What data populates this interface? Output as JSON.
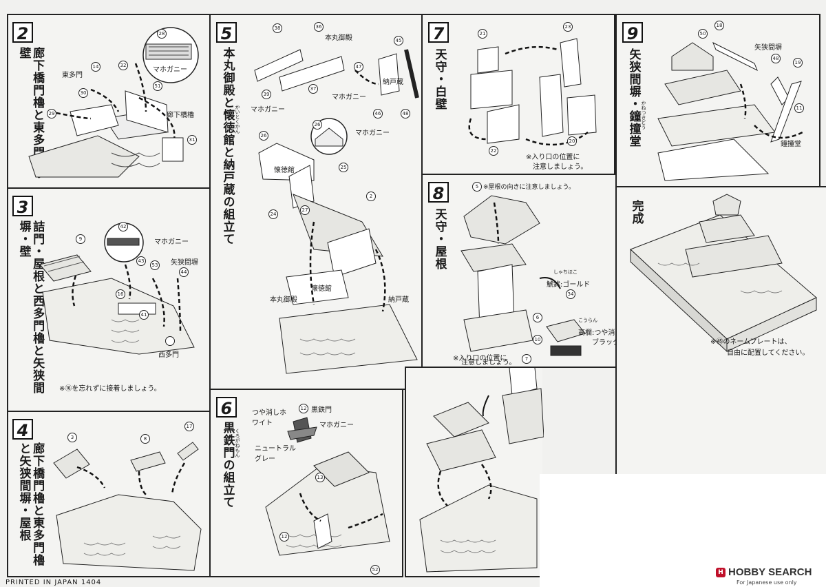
{
  "steps": [
    {
      "num": "2",
      "title": "廊下橋門櫓と東多門櫓・壁",
      "labels": [
        "マホガニー",
        "東多門",
        "廊下橋櫓"
      ],
      "parts": [
        "28",
        "14",
        "32",
        "30",
        "51",
        "29",
        "31"
      ]
    },
    {
      "num": "3",
      "title": "詰門・屋根と西多門櫓と矢狭間塀・壁",
      "labels": [
        "マホガニー",
        "矢狭間塀",
        "西多門"
      ],
      "parts": [
        "9",
        "42",
        "43",
        "53",
        "44",
        "16",
        "41"
      ],
      "note": "※⑯を忘れずに接着しましょう。"
    },
    {
      "num": "4",
      "title": "廊下橋門櫓と東多門櫓と矢狭間塀・屋根",
      "parts": [
        "3",
        "8",
        "17"
      ]
    },
    {
      "num": "5",
      "title": "本丸御殿と懐徳館と納戸蔵の組立て",
      "labels": [
        "本丸御殿",
        "納戸蔵",
        "マホガニー",
        "マホガニー",
        "マホガニー",
        "懐徳館",
        "懐徳館",
        "本丸御殿",
        "納戸蔵"
      ],
      "parts": [
        "38",
        "36",
        "45",
        "47",
        "39",
        "37",
        "46",
        "48",
        "26",
        "26",
        "25",
        "24",
        "27",
        "2"
      ],
      "ruby": "かいとくかん"
    },
    {
      "num": "6",
      "title": "黒鉄門の組立て",
      "labels": [
        "つや消しホワイト",
        "黒鉄門",
        "マホガニー",
        "ニュートラルグレー"
      ],
      "parts": [
        "12",
        "13",
        "12",
        "52"
      ],
      "ruby": "くろがねもん"
    },
    {
      "num": "7",
      "title": "天守・白壁",
      "parts": [
        "21",
        "23",
        "22",
        "20"
      ],
      "note1": "※入り口の位置に",
      "note2": "注意しましょう。"
    },
    {
      "num": "8",
      "title": "天守・屋根",
      "parts": [
        "5",
        "34",
        "6",
        "10",
        "7"
      ],
      "top_note": "※屋根の向きに注意しましょう。",
      "shachi_ruby": "しゃちほこ",
      "shachi": "鯱鉾:ゴールド",
      "koran_ruby": "こうらん",
      "koran": "高欄:つや消し",
      "koran2": "ブラック",
      "note1": "※入り口の位置に",
      "note2": "注意しましょう。"
    },
    {
      "num": "9",
      "title": "矢狭間塀・鐘撞堂",
      "labels": [
        "矢狭間塀",
        "鐘撞堂"
      ],
      "parts": [
        "18",
        "50",
        "48",
        "19",
        "11"
      ],
      "ruby": "かねつきどう"
    },
    {
      "num": "",
      "title": "完成",
      "note1": "※㊺のネームプレートは、",
      "note2": "自由に配置してください。"
    }
  ],
  "footer": {
    "printed": "PRINTED IN JAPAN 1404"
  },
  "logo": {
    "badge": "H",
    "name": "HOBBY SEARCH",
    "sub": "For Japanese use only"
  }
}
